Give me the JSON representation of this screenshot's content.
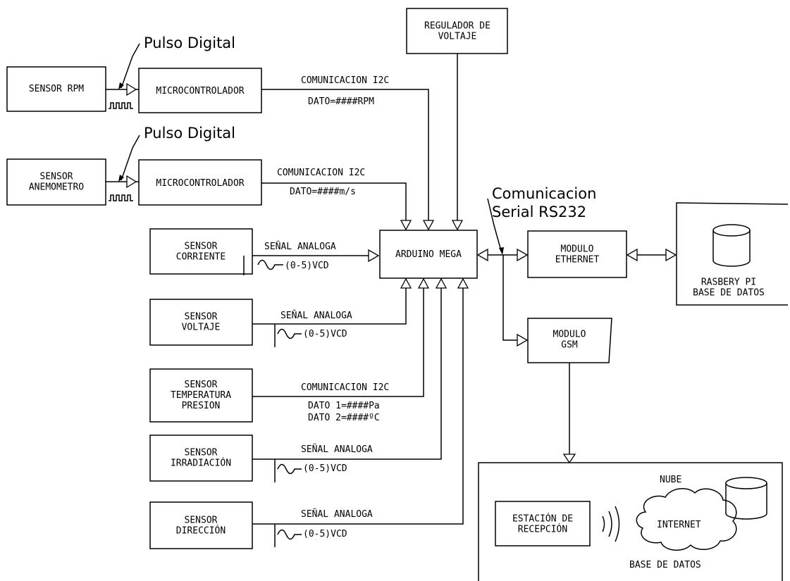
{
  "pulse_rpm": "Pulso Digital",
  "pulse_anemo": "Pulso Digital",
  "serial_line1": "Comunicacion",
  "serial_line2": "Serial RS232",
  "sensor_rpm": [
    "SENSOR RPM"
  ],
  "sensor_anemo": [
    "SENSOR",
    "ANEMOMETRO"
  ],
  "micro_1": [
    "MICROCONTROLADOR"
  ],
  "micro_2": [
    "MICROCONTROLADOR"
  ],
  "regulator": [
    "REGULADOR DE",
    "VOLTAJE"
  ],
  "arduino": [
    "ARDUINO MEGA"
  ],
  "sensor_corriente": [
    "SENSOR",
    "CORRIENTE"
  ],
  "sensor_voltaje": [
    "SENSOR",
    "VOLTAJE"
  ],
  "sensor_temp": [
    "SENSOR",
    "TEMPERATURA",
    "PRESION"
  ],
  "sensor_irr": [
    "SENSOR",
    "IRRADIACIÓN"
  ],
  "sensor_dir": [
    "SENSOR",
    "DIRECCIÓN"
  ],
  "mod_eth": [
    "MODULO",
    "ETHERNET"
  ],
  "mod_gsm": [
    "MODULO",
    "GSM"
  ],
  "raspberry": [
    "RASBERY PI",
    "BASE DE DATOS"
  ],
  "estacion": [
    "ESTACIÓN DE",
    "RECEPCIÓN"
  ],
  "nube": "NUBE",
  "internet": "INTERNET",
  "cloud_db": "BASE DE DATOS",
  "i2c_1": "COMUNICACION I2C",
  "dato_1": "DATO=####RPM",
  "i2c_2": "COMUNICACION I2C",
  "dato_2": "DATO=####m/s",
  "analog_1": "SEÑAL ANALOGA",
  "vcd_1": "(0-5)VCD",
  "analog_2": "SEÑAL ANALOGA",
  "vcd_2": "(0-5)VCD",
  "i2c_3": "COMUNICACION I2C",
  "dato_3a": "DATO 1=####Pa",
  "dato_3b": "DATO 2=####ºC",
  "analog_3": "SEÑAL ANALOGA",
  "vcd_3": "(0-5)VCD",
  "analog_4": "SEÑAL ANALOGA",
  "vcd_4": "(0-5)VCD"
}
